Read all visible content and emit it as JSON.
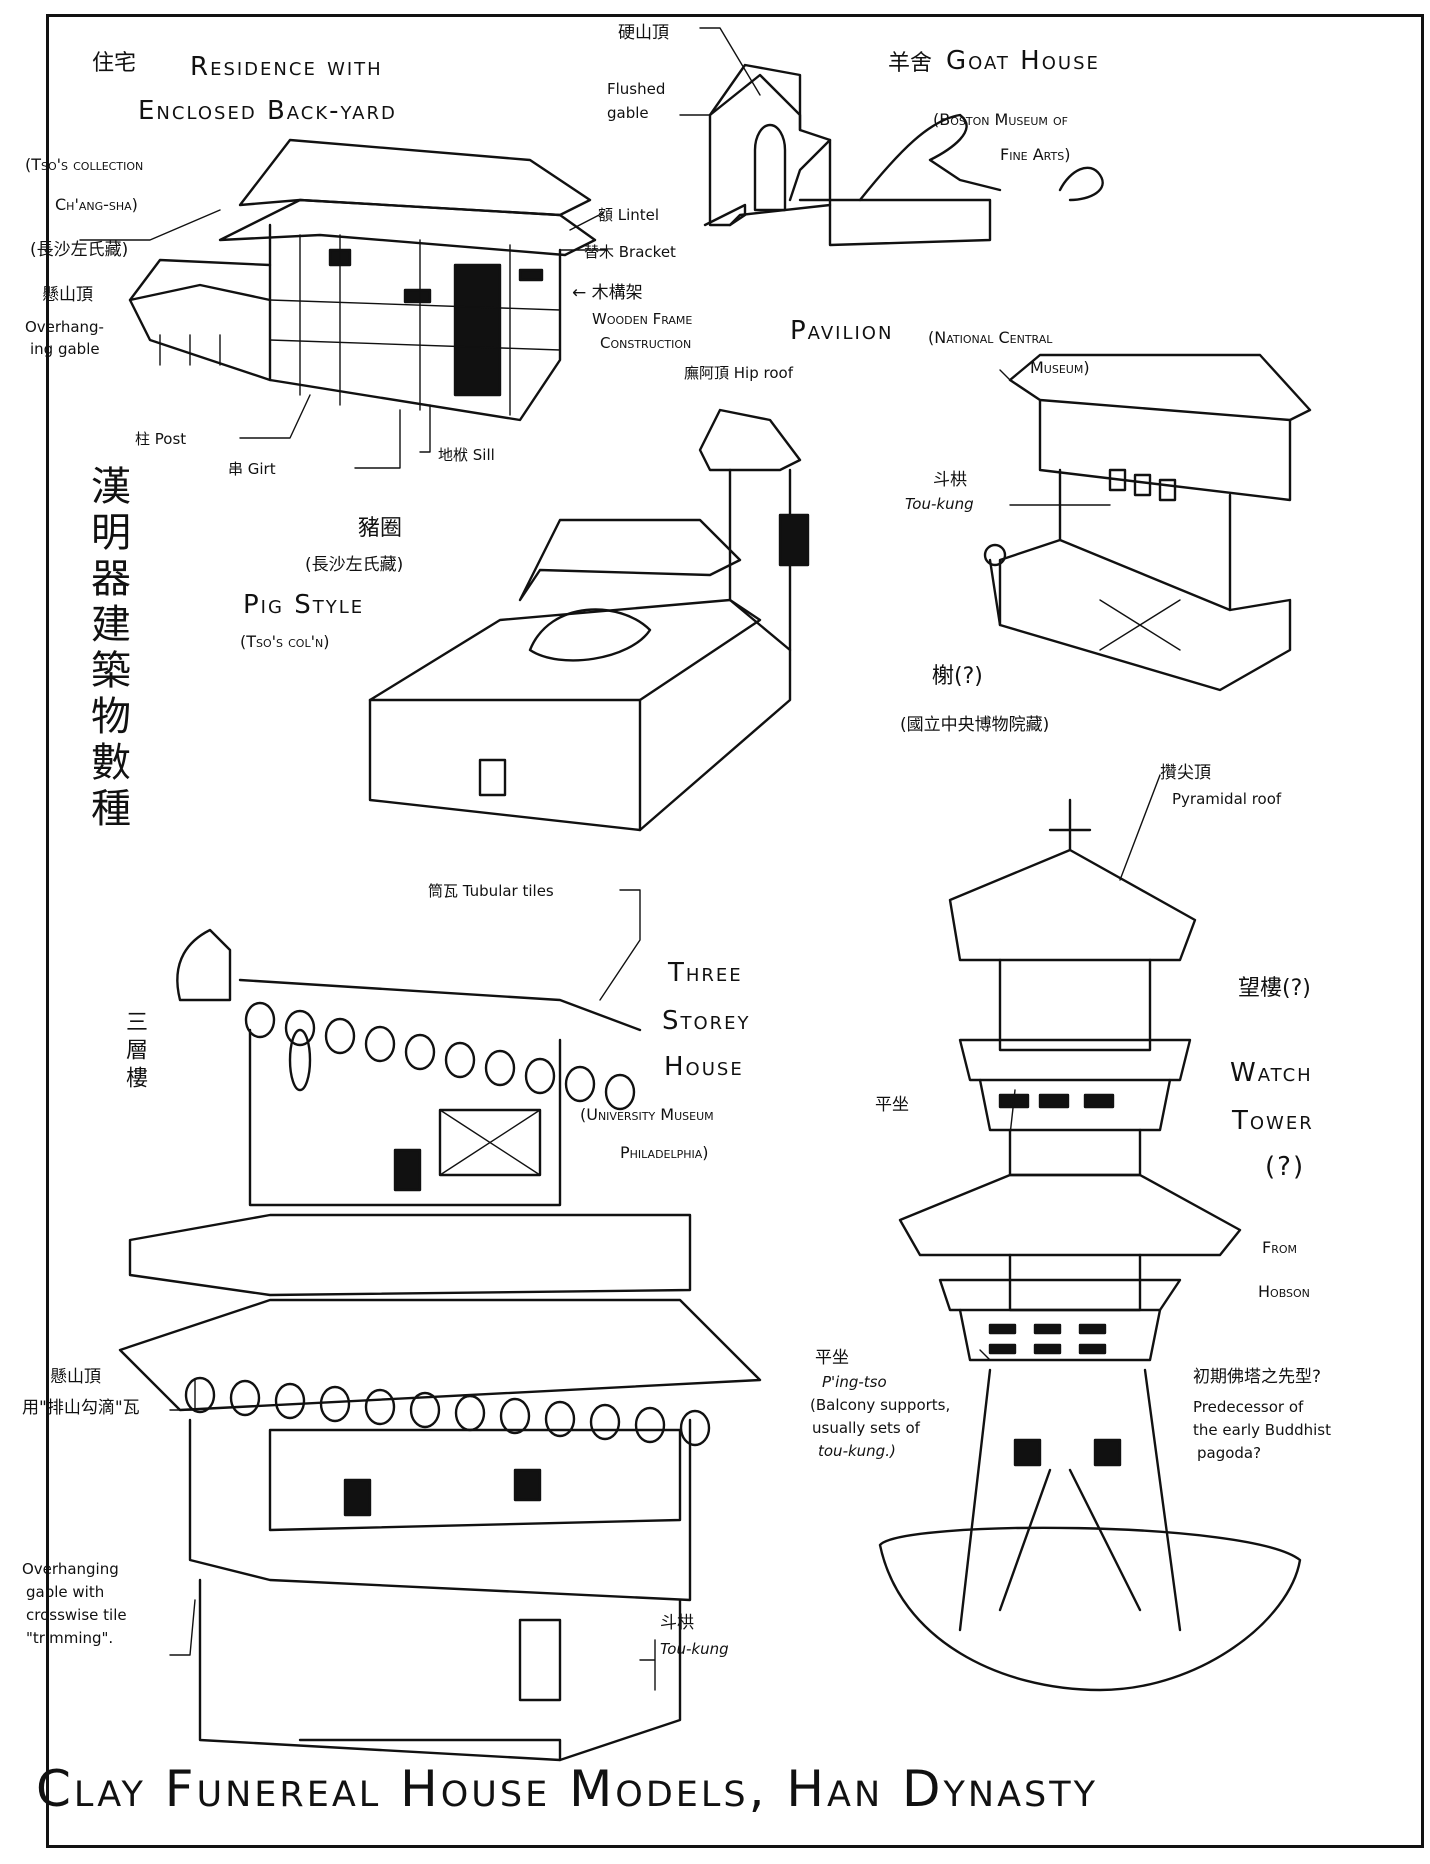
{
  "plate": {
    "title": "Clay Funereal House Models, Han Dynasty",
    "vertical_title_cn": "漢明器建築物數種"
  },
  "residence": {
    "title_cn": "住宅",
    "title_line1": "Residence with",
    "title_line2": "Enclosed Back-yard",
    "source_line1": "(Tso's collection",
    "source_line2": "Ch'ang-sha)",
    "source_cn": "(長沙左氏藏)",
    "labels": {
      "gable_cn": "懸山頂",
      "gable_en_1": "Overhang-",
      "gable_en_2": "ing gable",
      "lintel": "額 Lintel",
      "bracket": "替木 Bracket",
      "frame_cn": "← 木構架",
      "frame_en_1": "Wooden Frame",
      "frame_en_2": "Construction",
      "post": "柱 Post",
      "girt": "串 Girt",
      "sill": "地栿 Sill"
    }
  },
  "goat_house": {
    "title_cn": "羊舍",
    "title": "Goat House",
    "source_line1": "(Boston Museum of",
    "source_line2": "Fine Arts)",
    "labels": {
      "gable_cn": "硬山頂",
      "gable_en_1": "Flushed",
      "gable_en_2": "gable"
    }
  },
  "pavilion": {
    "title": "Pavilion",
    "source_line1": "(National Central",
    "source_line2": "Museum)",
    "hip_roof": "廡阿頂 Hip roof",
    "toukung_cn": "斗栱",
    "toukung_en": "Tou-kung",
    "name_cn": "榭(?)",
    "source_cn": "(國立中央博物院藏)"
  },
  "pig_sty": {
    "title_cn": "豬圈",
    "source_cn": "(長沙左氏藏)",
    "title": "Pig Style",
    "source": "(Tso's col'n)"
  },
  "three_storey": {
    "title_cn": "三層樓",
    "title_line1": "Three",
    "title_line2": "Storey",
    "title_line3": "House",
    "source_line1": "(University Museum",
    "source_line2": "Philadelphia)",
    "labels": {
      "tiles": "筒瓦 Tubular tiles",
      "gable_cn_1": "懸山頂",
      "gable_cn_2": "用\"排山勾滴\"瓦",
      "gable_en_1": "Overhanging",
      "gable_en_2": "gable with",
      "gable_en_3": "crosswise tile",
      "gable_en_4": "\"trimming\".",
      "toukung_cn": "斗栱",
      "toukung_en": "Tou-kung"
    }
  },
  "watch_tower": {
    "name_cn": "望樓(?)",
    "title_line1": "Watch",
    "title_line2": "Tower",
    "title_line3": "(?)",
    "from_line1": "From",
    "from_line2": "Hobson",
    "roof_cn": "攢尖頂",
    "roof_en": "Pyramidal roof",
    "pingtso_cn_upper": "平坐",
    "pingtso_cn_lower": "平坐",
    "pingtso_en": "P'ing-tso",
    "pingtso_desc_1": "(Balcony supports,",
    "pingtso_desc_2": "usually sets of",
    "pingtso_desc_3": "tou-kung.)",
    "note_cn": "初期佛塔之先型?",
    "note_en_1": "Predecessor of",
    "note_en_2": "the early Buddhist",
    "note_en_3": "pagoda?"
  }
}
